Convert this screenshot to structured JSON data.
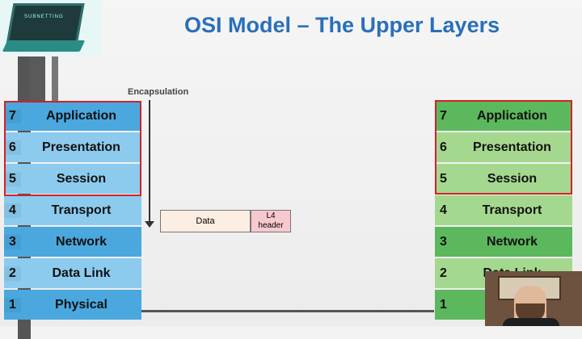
{
  "title": "OSI Model – The Upper Layers",
  "logo": {
    "screen_text": "SUBNETTING",
    "icon": "laptop-icon"
  },
  "encapsulation_label": "Encapsulation",
  "pdu": {
    "data": "Data",
    "l4": "L4\nheader"
  },
  "left_stack": [
    {
      "num": "7",
      "name": "Application"
    },
    {
      "num": "6",
      "name": "Presentation"
    },
    {
      "num": "5",
      "name": "Session"
    },
    {
      "num": "4",
      "name": "Transport"
    },
    {
      "num": "3",
      "name": "Network"
    },
    {
      "num": "2",
      "name": "Data Link"
    },
    {
      "num": "1",
      "name": "Physical"
    }
  ],
  "right_stack": [
    {
      "num": "7",
      "name": "Application"
    },
    {
      "num": "6",
      "name": "Presentation"
    },
    {
      "num": "5",
      "name": "Session"
    },
    {
      "num": "4",
      "name": "Transport"
    },
    {
      "num": "3",
      "name": "Network"
    },
    {
      "num": "2",
      "name": "Data Link"
    },
    {
      "num": "1",
      "name": ""
    }
  ],
  "colors": {
    "title": "#2a6fb9",
    "left_dark": "#4aa8df",
    "left_light": "#8ccbee",
    "right_dark": "#5cb85c",
    "right_light": "#a5d88f",
    "highlight": "#d4202a"
  }
}
